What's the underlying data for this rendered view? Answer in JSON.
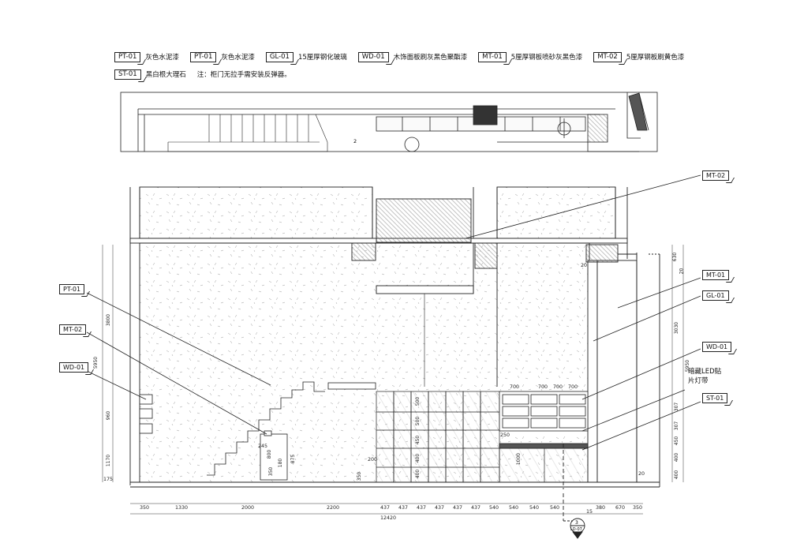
{
  "legend": [
    {
      "code": "PT-01",
      "desc": "灰色水泥漆"
    },
    {
      "code": "PT-01",
      "desc": "灰色水泥漆"
    },
    {
      "code": "GL-01",
      "desc": "15厘厚钢化玻璃"
    },
    {
      "code": "WD-01",
      "desc": "木饰面板刷灰黑色聚酯漆"
    },
    {
      "code": "MT-01",
      "desc": "5厘厚钢板喷砂灰黑色漆"
    },
    {
      "code": "MT-02",
      "desc": "5厘厚钢板刷黄色漆"
    },
    {
      "code": "ST-01",
      "desc": "黑白根大理石"
    }
  ],
  "note": "注：柜门无拉手需安装反弹器。",
  "plan_label": "2",
  "callouts_left": [
    {
      "code": "PT-01"
    },
    {
      "code": "MT-02"
    },
    {
      "code": "WD-01"
    }
  ],
  "callouts_right": [
    {
      "code": "MT-02"
    },
    {
      "code": "MT-01"
    },
    {
      "code": "GL-01"
    },
    {
      "code": "WD-01"
    },
    {
      "code": "ST-01"
    }
  ],
  "led_label": "暗藏LED贴片灯带",
  "bottom_dims": [
    "350",
    "1330",
    "2000",
    "2200",
    "437",
    "437",
    "437",
    "437",
    "437",
    "437",
    "540",
    "540",
    "540",
    "540",
    "15",
    "380",
    "670",
    "350"
  ],
  "bottom_total": "12420",
  "right_dims": [
    "630",
    "20",
    "3030",
    "5950",
    "307",
    "307",
    "450",
    "400",
    "400",
    "20"
  ],
  "left_dims": [
    "5950",
    "3800",
    "960",
    "1170",
    "175"
  ],
  "inner_dims": [
    "700",
    "700",
    "700",
    "700",
    "20",
    "250",
    "1000",
    "500",
    "500",
    "450",
    "400",
    "400",
    "200",
    "350",
    "245",
    "800",
    "875",
    "180",
    "350",
    "20"
  ],
  "section_mark": {
    "num": "3",
    "ref": "LD-07"
  }
}
